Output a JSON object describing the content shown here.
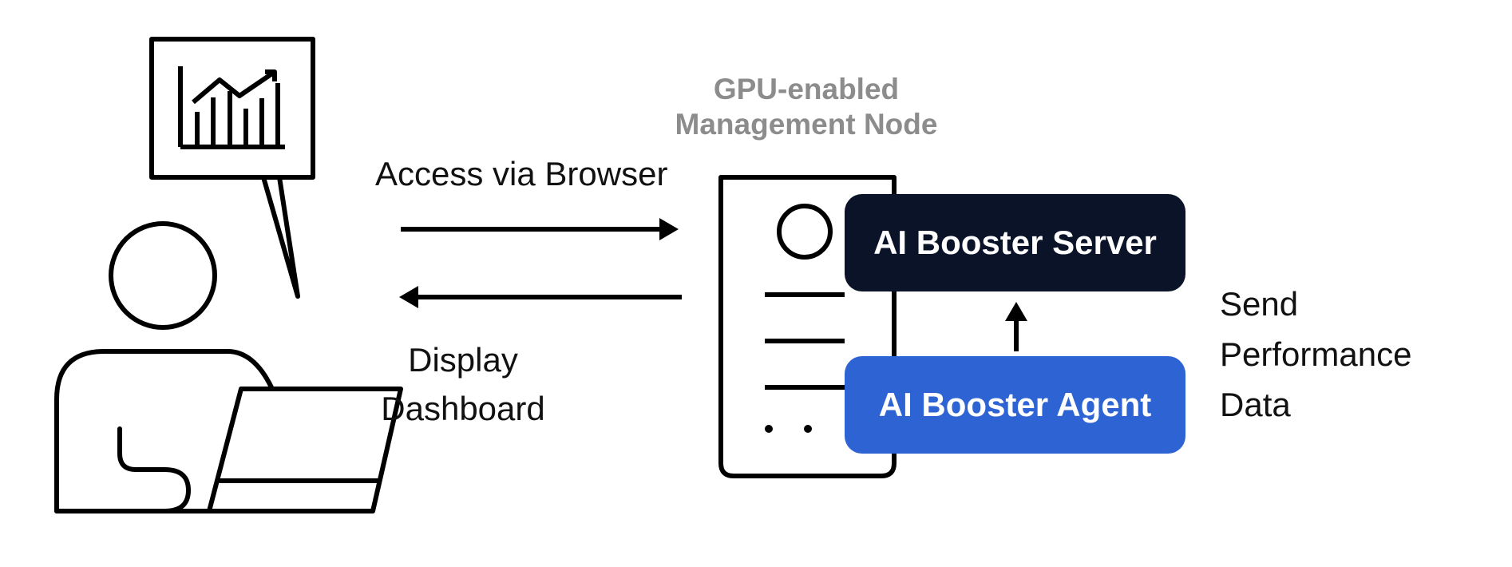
{
  "diagram": {
    "node_title": {
      "line1": "GPU-enabled",
      "line2": "Management Node"
    },
    "flows": {
      "access_label": "Access via Browser",
      "display_label_line1": "Display",
      "display_label_line2": "Dashboard",
      "send_label_line1": "Send",
      "send_label_line2": "Performance",
      "send_label_line3": "Data"
    },
    "components": {
      "server_label": "AI Booster Server",
      "agent_label": "AI Booster Agent"
    },
    "colors": {
      "server_box": "#0a1328",
      "agent_box": "#2e63d4",
      "node_title": "#8c8c8c",
      "line": "#000000"
    },
    "icons": [
      "user-at-laptop-icon",
      "speech-bubble-chart-icon",
      "server-icon"
    ]
  }
}
